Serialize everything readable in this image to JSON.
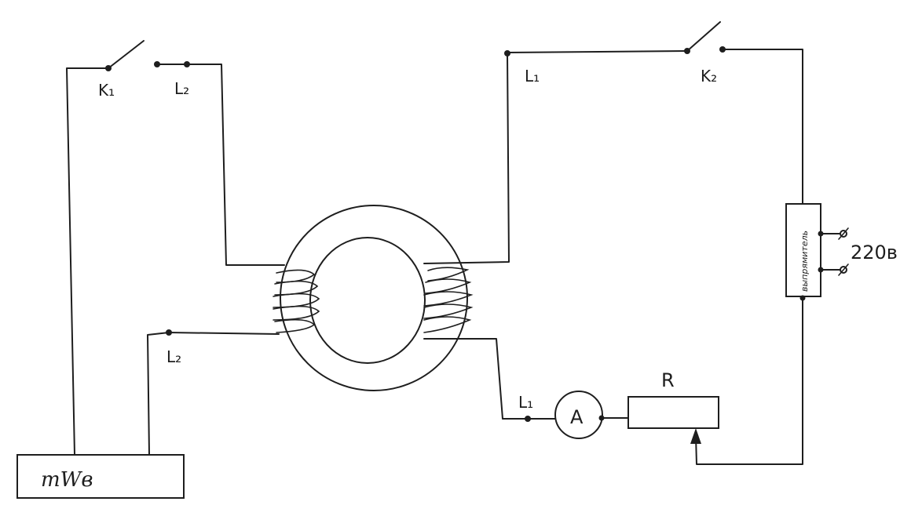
{
  "labels": {
    "k1": "K₁",
    "l2_top": "L₂",
    "l1_top": "L₁",
    "k2": "K₂",
    "l2_left": "L₂",
    "l1_bottom": "L₁",
    "ammeter": "A",
    "resistor": "R",
    "rectifier": "выпрямитель",
    "voltage": "220в",
    "fluxmeter": "mWв"
  },
  "colors": {
    "ink": "#1e1e1e",
    "paper": "#ffffff"
  }
}
